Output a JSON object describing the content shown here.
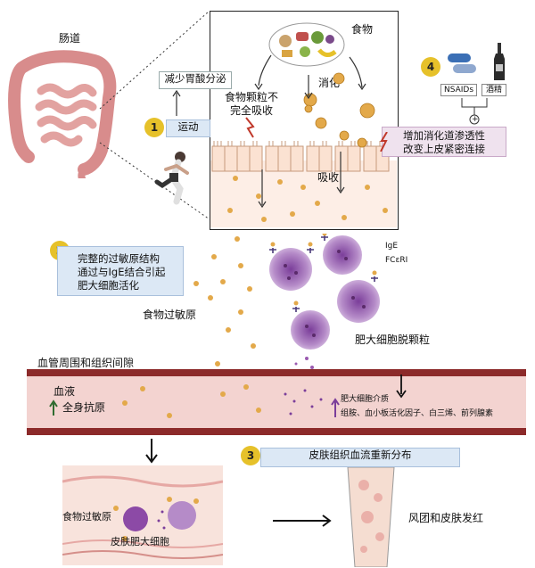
{
  "labels": {
    "intestine": "肠道",
    "food": "食物",
    "reduce_acid": "减少胃酸分泌",
    "incomplete_absorb": "食物颗粒不\n完全吸收",
    "digest": "消化",
    "exercise": "运动",
    "absorb": "吸收",
    "increase_permeability": "增加消化道渗透性\n改变上皮紧密连接",
    "nsaids": "NSAIDs",
    "alcohol": "酒精",
    "intact_allergen": "完整的过敏原结构\n通过与IgE结合引起\n肥大细胞活化",
    "ige": "IgE",
    "fcer": "FCεRI",
    "food_allergen": "食物过敏原",
    "mast_degranulation": "肥大细胞脱颗粒",
    "perivascular": "血管周围和组织间隙",
    "blood": "血液",
    "systemic_antigen": "全身抗原",
    "mediators_title": "肥大细胞介质",
    "mediators_list": "组胺、血小板活化因子、白三烯、前列腺素",
    "redistribution": "皮肤组织血流重新分布",
    "skin_food_allergen": "食物过敏原",
    "skin_mast": "皮肤肥大细胞",
    "wheal": "风团和皮肤发红",
    "plus": "+"
  },
  "steps": {
    "s1": "1",
    "s2": "2",
    "s3": "3",
    "s4": "4"
  },
  "colors": {
    "badge": "#e6c12a",
    "vessel": "#8c2a2a",
    "vessel_fill": "#f3d3d0",
    "mast_cell": "#9a5ab0",
    "granule": "#e3a94a",
    "blue_box": "#dce8f5",
    "pink_box": "#efe2ee"
  },
  "icons": [
    "intestine-icon",
    "food-plate-icon",
    "runner-icon",
    "pill-icon",
    "bottle-icon",
    "mast-cell-icon",
    "blood-vessel-icon",
    "skin-icon",
    "arrow-icon"
  ]
}
